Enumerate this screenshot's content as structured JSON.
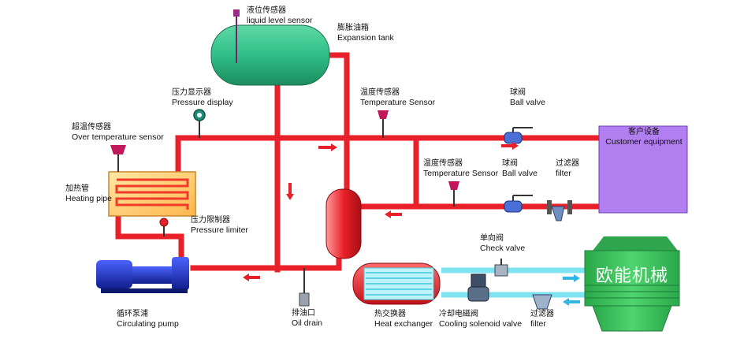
{
  "labels": {
    "liquid_level_sensor": {
      "zh": "液位传感器",
      "en": "liquid level sensor"
    },
    "expansion_tank": {
      "zh": "膨胀油箱",
      "en": "Expansion tank"
    },
    "pressure_display": {
      "zh": "压力显示器",
      "en": "Pressure display"
    },
    "over_temp_sensor": {
      "zh": "超温传感器",
      "en": "Over temperature sensor"
    },
    "heating_pipe": {
      "zh": "加热管",
      "en": "Heating pipe"
    },
    "pressure_limiter": {
      "zh": "压力限制器",
      "en": "Pressure limiter"
    },
    "circulating_pump": {
      "zh": "循环泵浦",
      "en": "Circulating pump"
    },
    "oil_drain": {
      "zh": "排油口",
      "en": "Oil drain"
    },
    "temp_sensor_top": {
      "zh": "温度传感器",
      "en": "Temperature Sensor"
    },
    "temp_sensor_mid": {
      "zh": "温度传感器",
      "en": "Temperature Sensor"
    },
    "ball_valve_top": {
      "zh": "球阀",
      "en": "Ball valve"
    },
    "ball_valve_mid": {
      "zh": "球阀",
      "en": "Ball valve"
    },
    "filter_mid": {
      "zh": "过滤器",
      "en": "filter"
    },
    "customer_equipment": {
      "zh": "客户设备",
      "en": "Customer equipment"
    },
    "check_valve": {
      "zh": "单向阀",
      "en": "Check valve"
    },
    "heat_exchanger": {
      "zh": "热交换器",
      "en": "Heat exchanger"
    },
    "cooling_solenoid_valve": {
      "zh": "冷却电磁阀",
      "en": "Cooling solenoid valve"
    },
    "filter_bottom": {
      "zh": "过滤器",
      "en": "filter"
    },
    "tower_brand": "欧能机械"
  },
  "colors": {
    "hot_pipe": "#e8202a",
    "cool_pipe": "#7fe3f0",
    "tank": "#2fbf86",
    "customer_box": "#b27ff0",
    "tower": "#35c25a",
    "pump": "#1f34c9",
    "arrow_hot": "#e8202a",
    "arrow_cool": "#33b5e5"
  }
}
